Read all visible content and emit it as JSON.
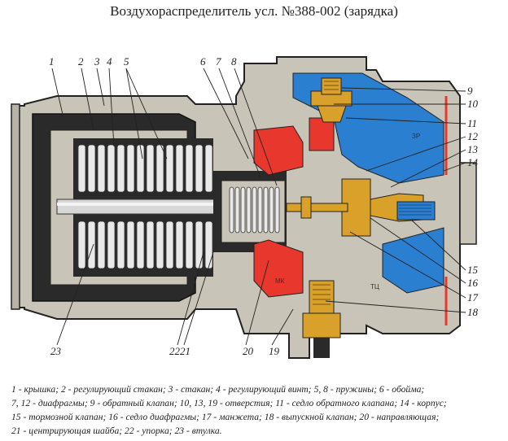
{
  "title": "Воздухораспределитель усл. №388-002 (зарядка)",
  "chamber_labels": {
    "zr": "ЗР",
    "mk": "МК",
    "tc": "ТЦ"
  },
  "callouts": {
    "n1": "1",
    "n2": "2",
    "n3": "3",
    "n4": "4",
    "n5": "5",
    "n6": "6",
    "n7": "7",
    "n8": "8",
    "n9": "9",
    "n10": "10",
    "n11": "11",
    "n12": "12",
    "n13": "13",
    "n14": "14",
    "n15": "15",
    "n16": "16",
    "n17": "17",
    "n18": "18",
    "n19": "19",
    "n20": "20",
    "n2221": "2221",
    "n23": "23"
  },
  "legend": {
    "line1": "1 - крышка; 2 - регулирующий стакан; 3 - стакан; 4 - регулирующий винт; 5, 8 - пружины; 6 - обойма;",
    "line2": "7, 12 - диафрагмы; 9 - обратный клапан; 10, 13, 19 - отверстия; 11 - седло обратного клапана; 14 - корпус;",
    "line3": "15 - тормозной клапан; 16 - седло диафрагмы; 17 - манжета; 18 - выпускной клапан; 20 - направляющая;",
    "line4": "21 - центрирующая шайба; 22 - упорка; 23 - втулка."
  },
  "colors": {
    "body": "#c9c4b8",
    "outline": "#222222",
    "blue": "#2b7fd0",
    "red": "#e8382e",
    "brass": "#d9a12a",
    "dark": "#2a2a2a",
    "spring": "#e9e9e9"
  }
}
